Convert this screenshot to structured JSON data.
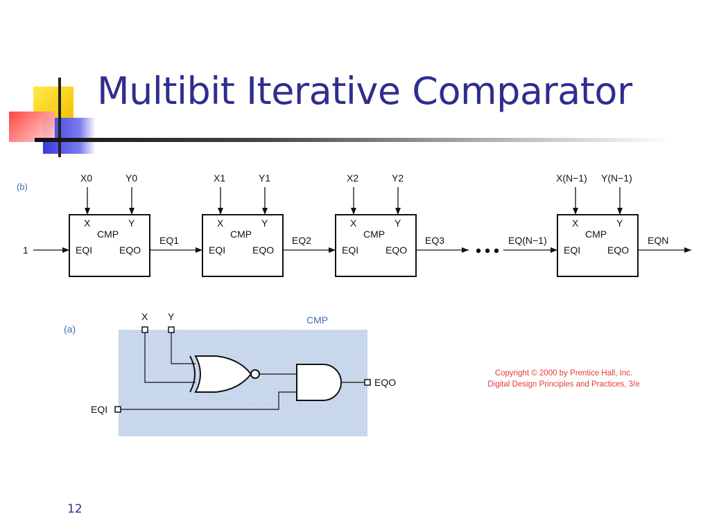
{
  "slide": {
    "title": "Multibit Iterative Comparator",
    "page_number": "12"
  },
  "diagram_b": {
    "tag": "(b)",
    "input_value": "1",
    "stages": [
      {
        "x": "X0",
        "y": "Y0",
        "name": "CMP",
        "pin_x": "X",
        "pin_y": "Y",
        "pin_in": "EQI",
        "pin_out": "EQO",
        "out_label": "EQ1"
      },
      {
        "x": "X1",
        "y": "Y1",
        "name": "CMP",
        "pin_x": "X",
        "pin_y": "Y",
        "pin_in": "EQI",
        "pin_out": "EQO",
        "out_label": "EQ2"
      },
      {
        "x": "X2",
        "y": "Y2",
        "name": "CMP",
        "pin_x": "X",
        "pin_y": "Y",
        "pin_in": "EQI",
        "pin_out": "EQO",
        "out_label": "EQ3"
      },
      {
        "x": "X(N−1)",
        "y": "Y(N−1)",
        "name": "CMP",
        "pin_x": "X",
        "pin_y": "Y",
        "pin_in": "EQI",
        "pin_out": "EQO",
        "out_label": "EQN"
      }
    ],
    "last_input_label": "EQ(N−1)"
  },
  "diagram_a": {
    "tag": "(a)",
    "block_label": "CMP",
    "input_x": "X",
    "input_y": "Y",
    "input_eqi": "EQI",
    "output_eqo": "EQO"
  },
  "copyright": {
    "line1": "Copyright © 2000 by Prentice Hall, Inc.",
    "line2": "Digital Design Principles and Practices, 3/e"
  },
  "colors": {
    "title": "#2e2e8f",
    "tag": "#3a6fb0",
    "cmp_area": "#c5d7ec",
    "copyright": "#e23a3a"
  }
}
